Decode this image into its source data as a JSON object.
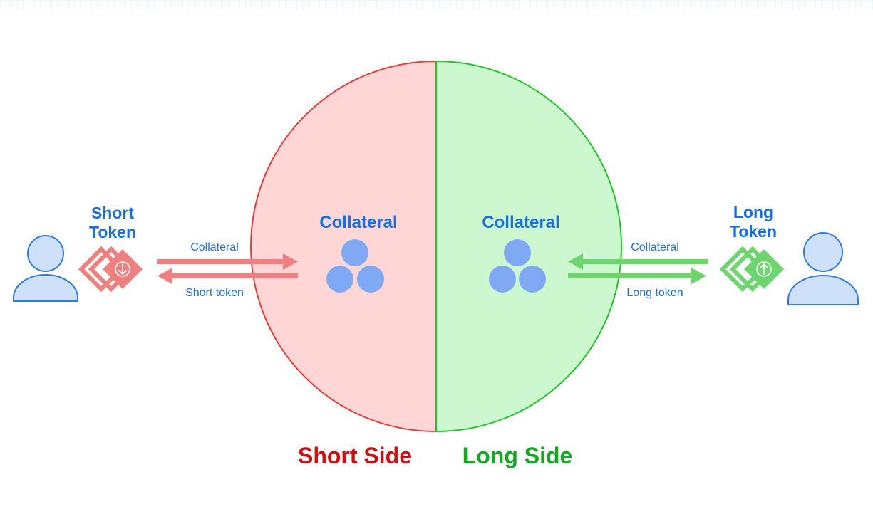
{
  "colors": {
    "short_fill": "#ffd6d6",
    "short_stroke": "#e63c3c",
    "long_fill": "#cdf7cf",
    "long_stroke": "#22c42b",
    "short_label": "#cc0f0f",
    "long_label": "#13a81e",
    "text_blue": "#1a6fe0",
    "coin": "#80a9f5",
    "user_fill": "#cfe0fb",
    "user_stroke": "#2f7ae5",
    "short_arrow": "#ee8080",
    "long_arrow": "#6ed46e"
  },
  "short": {
    "token_label_line1": "Short",
    "token_label_line2": "Token",
    "pool_label": "Collateral",
    "side_label": "Short Side",
    "arrow_in_label": "Collateral",
    "arrow_out_label": "Short token",
    "token_icon": "arrow-down-icon"
  },
  "long": {
    "token_label_line1": "Long",
    "token_label_line2": "Token",
    "pool_label": "Collateral",
    "side_label": "Long Side",
    "arrow_in_label": "Collateral",
    "arrow_out_label": "Long token",
    "token_icon": "arrow-up-icon"
  },
  "icons": {
    "user": "user-icon",
    "coins": "coins-icon"
  }
}
